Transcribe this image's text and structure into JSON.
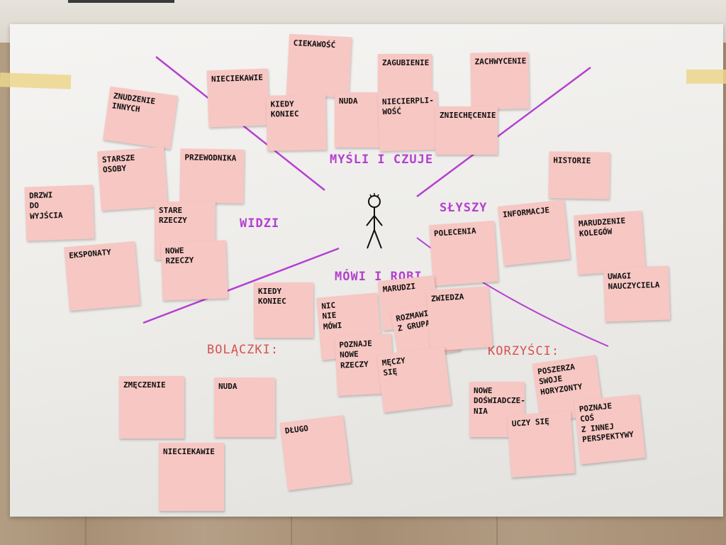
{
  "titles": {
    "thinks": "MYŚLI I CZUJE",
    "sees": "WIDZI",
    "hears": "SŁYSZY",
    "says": "MÓWI I ROBI",
    "pains": "BOLĄCZKI:",
    "gains": "KORZYŚCI:"
  },
  "colors": {
    "note": "#f7c7c3",
    "marker_purple": "#b53fd0",
    "marker_red": "#d8504e"
  },
  "notes": {
    "ciekawosc": "CIEKAWOŚĆ",
    "zagubienie": "ZAGUBIENIE",
    "zachwycenie": "ZACHWYCENIE",
    "nieciekawie": "NIECIEKAWIE",
    "kiedy_koniec_top": "KIEDY\nKONIEC",
    "nuda_top": "NUDA",
    "niecierpliwosc": "NIECIERPLI-\nWOŚĆ",
    "zniechecenie": "ZNIECHĘCENIE",
    "znudzenie_innych": "ZNUDZENIE\nINNYCH",
    "starsze_osoby": "STARSZE\nOSOBY",
    "przewodnika": "PRZEWODNIKA",
    "drzwi_do_wyjscia": "DRZWI\nDO\nWYJŚCIA",
    "stare_rzeczy": "STARE\nRZECZY",
    "nowe_rzeczy_sees": "NOWE\nRZECZY",
    "eksponaty": "EKSPONATY",
    "historie": "HISTORIE",
    "informacje": "INFORMACJE",
    "polecenia": "POLECENIA",
    "marudzenie_kolegow": "MARUDZENIE\nKOLEGÓW",
    "uwagi_nauczyciela": "UWAGI\nNAUCZYCIELA",
    "kiedy_koniec_mid": "KIEDY\nKONIEC",
    "nic_nie_mowi": "NIC\nNIE\nMÓWI",
    "marudzi": "MARUDZI",
    "rozmawia_z_grupa": "ROZMAWIA\nZ GRUPĄ",
    "zwiedza": "ZWIEDZA",
    "poznaje_nowe_rzeczy": "POZNAJE\nNOWE\nRZECZY",
    "meczy_sie": "MĘCZY\nSIĘ",
    "zmeczenie": "ZMĘCZENIE",
    "nuda_pain": "NUDA",
    "dlugo": "DŁUGO",
    "nieciekawie_pain": "NIECIEKAWIE",
    "nowe_doswiadczenia": "NOWE\nDOŚWIADCZE-\nNIA",
    "poszerza_horyzonty": "POSZERZA\nSWOJE\nHORYZONTY",
    "uczy_sie": "UCZY SIĘ",
    "poznaje_perspektywy": "POZNAJE\nCOŚ\nZ INNEJ\nPERSPEKTYWY"
  }
}
